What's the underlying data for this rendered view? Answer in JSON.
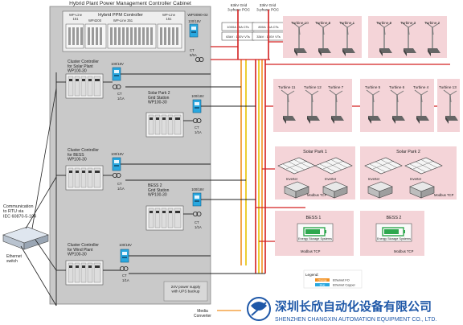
{
  "cabinet": {
    "title": "Hybrid Plant Power Management Controller Cabinet",
    "ppm_title": "Hybrid PPM Controller",
    "wpline_left": "WP-Line\n151",
    "wpline_mid": "WP-Line 351",
    "wpline_right": "WP-Line\n151",
    "wp4200": "WP4200",
    "wp3090": "WP3090-02",
    "psu_24v": "24V power supply\nwith UPS backup"
  },
  "poc": {
    "grid63": "63kV Grid\n3-phase POC",
    "grid33": "33kV Grid\n3-phase POC",
    "ct_63": "1000A : 5A CTs",
    "vt_63": "63kV : 100V VTs",
    "ct_33": "800A : 1A CTs",
    "vt_33": "33kV : 100V VTs"
  },
  "controllers": {
    "solar_plant": "Cluster Controller\nfor Solar Plant\nWP100-30",
    "solar_park2": "Solar Park 2\nGrid Station\nWP100-30",
    "bess": "Cluster Controller\nfor BESS\nWP100-30",
    "bess2": "BESS 2\nGrid Station\nWP100-30",
    "wind": "Cluster Controller\nfor Wind Plant\nWP100-30"
  },
  "meters": {
    "label_100_18v": "100/18V",
    "ct": "CT",
    "ct_5a": "5/5A",
    "ct_1a": "1/1A"
  },
  "turbines_row1": [
    "Turbine 10",
    "Turbine 8",
    "Turbine 1",
    "Turbine 9",
    "Turbine 3",
    "Turbine 2"
  ],
  "turbines_row2": [
    "Turbine 11",
    "Turbine 12",
    "Turbine 7",
    "Turbine 5",
    "Turbine 6",
    "Turbine 4",
    "Turbine 13"
  ],
  "solar": {
    "park1": "Solar Park 1",
    "park2": "Solar Park 2",
    "inverter": "Inverter",
    "modbus": "Modbus TCP"
  },
  "bess": {
    "bess1": "BESS 1",
    "bess2": "BESS 2",
    "storage": "Energy Storage Systems",
    "modbus": "Modbus TCP"
  },
  "left": {
    "comm": "Communication\nto RTU via\nIEC 60870-5-104",
    "ethernet": "Ethernet\nswitch"
  },
  "media": "Media\nConverter",
  "legend": {
    "title": "Legend:",
    "orange_tag": "Orange",
    "orange_text": "Ethernet FO",
    "blue_tag": "Blue",
    "blue_text": "Ethernet Copper"
  },
  "brand": {
    "cn": "深圳长欣自动化设备有限公司",
    "en": "SHENZHEN CHANGXIN AUTOMATION EQUIPMENT CO., LTD."
  },
  "colors": {
    "cabinet": "#c9c9c9",
    "site_bg": "#f4d4d8",
    "fo": "#f29020",
    "power": "#d42020",
    "bus": "#e6c200",
    "meter": "#29a8e0",
    "brand": "#1f58a8"
  }
}
